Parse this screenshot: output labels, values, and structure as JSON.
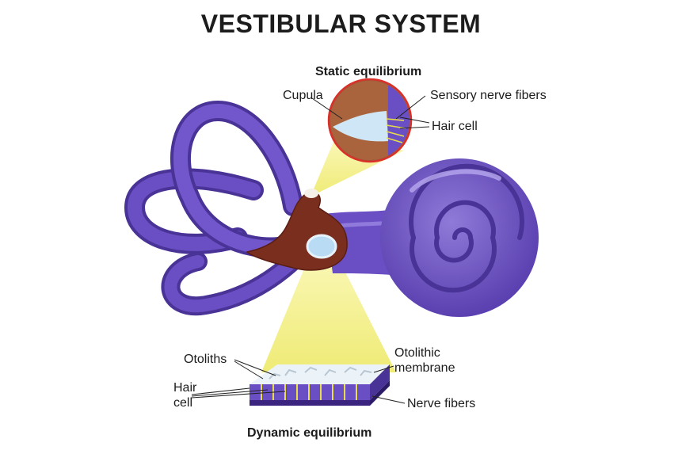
{
  "title": "VESTIBULAR SYSTEM",
  "static": {
    "heading": "Static equilibrium",
    "cupula": "Cupula",
    "sensory_nerve_fibers": "Sensory nerve fibers",
    "hair_cell": "Hair cell"
  },
  "dynamic": {
    "heading": "Dynamic equilibrium",
    "otoliths": "Otoliths",
    "hair_cell_line1": "Hair",
    "hair_cell_line2": "cell",
    "otolithic_line1": "Otolithic",
    "otolithic_line2": "membrane",
    "nerve_fibers": "Nerve fibers"
  },
  "colors": {
    "canal": "#6a4fc4",
    "canal_dark": "#4a3396",
    "canal_light": "#9a86e2",
    "vestibule": "#7a2e1e",
    "beam": "#f6f39a",
    "line": "#222222"
  }
}
